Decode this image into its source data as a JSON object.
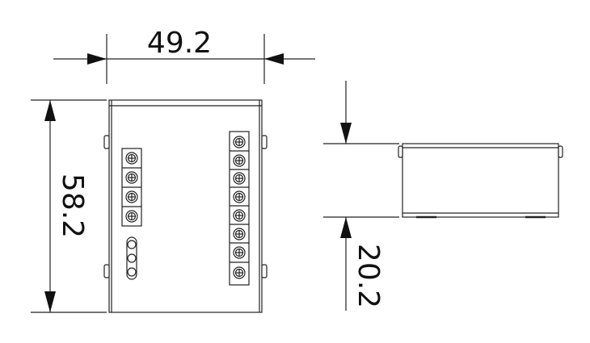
{
  "dimensions": {
    "width": "49.2",
    "height": "58.2",
    "depth": "20.2"
  },
  "front_view": {
    "terminal_block_left_count": 4,
    "terminal_block_right_count": 8
  },
  "colors": {
    "line": "#222222",
    "fill": "#ffffff"
  }
}
